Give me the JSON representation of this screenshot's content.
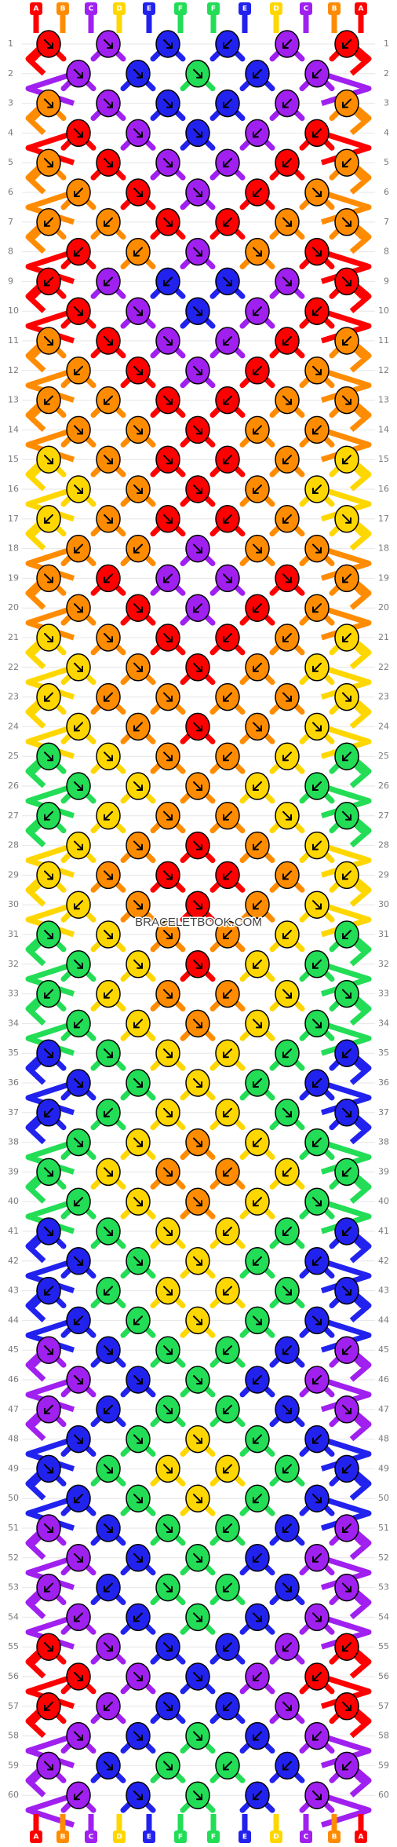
{
  "watermark": "BRACELETBOOK.COM",
  "rows": 60,
  "colors": {
    "A": "#ff0000",
    "B": "#ff8c00",
    "C": "#a020f0",
    "D": "#ffd700",
    "E": "#2222ee",
    "F": "#22dd55"
  },
  "strand_order_top": [
    "A",
    "B",
    "C",
    "D",
    "E",
    "F",
    "F",
    "E",
    "D",
    "C",
    "B",
    "A"
  ],
  "strand_order_bottom": [
    "A",
    "B",
    "C",
    "D",
    "E",
    "F",
    "F",
    "E",
    "D",
    "C",
    "B",
    "A"
  ],
  "row_labels_left": [
    "1",
    "2",
    "3",
    "4",
    "5",
    "6",
    "7",
    "8",
    "9",
    "10",
    "11",
    "12",
    "13",
    "14",
    "15",
    "16",
    "17",
    "18",
    "19",
    "20",
    "21",
    "22",
    "23",
    "24",
    "25",
    "26",
    "27",
    "28",
    "29",
    "30",
    "31",
    "32",
    "33",
    "34",
    "35",
    "36",
    "37",
    "38",
    "39",
    "40",
    "41",
    "42",
    "43",
    "44",
    "45",
    "46",
    "47",
    "48",
    "49",
    "50",
    "51",
    "52",
    "53",
    "54",
    "55",
    "56",
    "57",
    "58",
    "59",
    "60"
  ],
  "row_labels_right": [
    "1",
    "2",
    "3",
    "4",
    "5",
    "6",
    "7",
    "8",
    "9",
    "10",
    "11",
    "12",
    "13",
    "14",
    "15",
    "16",
    "17",
    "18",
    "19",
    "20",
    "21",
    "22",
    "23",
    "24",
    "25",
    "26",
    "27",
    "28",
    "29",
    "30",
    "31",
    "32",
    "33",
    "34",
    "35",
    "36",
    "37",
    "38",
    "39",
    "40",
    "41",
    "42",
    "43",
    "44",
    "45",
    "46",
    "47",
    "48",
    "49",
    "50",
    "51",
    "52",
    "53",
    "54",
    "55",
    "56",
    "57",
    "58",
    "59",
    "60"
  ],
  "knot_rows": [
    [
      "A",
      "C",
      "E",
      "E",
      "C",
      "A"
    ],
    [
      "C",
      "E",
      "F",
      "E",
      "C"
    ],
    [
      "B",
      "C",
      "E",
      "E",
      "C",
      "B"
    ],
    [
      "A",
      "C",
      "E",
      "C",
      "A"
    ],
    [
      "B",
      "A",
      "C",
      "C",
      "A",
      "B"
    ],
    [
      "B",
      "A",
      "C",
      "A",
      "B"
    ],
    [
      "B",
      "B",
      "A",
      "A",
      "B",
      "B"
    ],
    [
      "A",
      "B",
      "C",
      "B",
      "A"
    ],
    [
      "A",
      "C",
      "E",
      "E",
      "C",
      "A"
    ],
    [
      "A",
      "C",
      "E",
      "C",
      "A"
    ],
    [
      "B",
      "A",
      "C",
      "C",
      "A",
      "B"
    ],
    [
      "B",
      "A",
      "C",
      "A",
      "B"
    ],
    [
      "B",
      "B",
      "A",
      "A",
      "B",
      "B"
    ],
    [
      "B",
      "B",
      "A",
      "B",
      "B"
    ],
    [
      "D",
      "B",
      "A",
      "A",
      "B",
      "D"
    ],
    [
      "D",
      "B",
      "A",
      "B",
      "D"
    ],
    [
      "D",
      "B",
      "A",
      "A",
      "B",
      "D"
    ],
    [
      "B",
      "B",
      "C",
      "B",
      "B"
    ],
    [
      "B",
      "A",
      "C",
      "C",
      "A",
      "B"
    ],
    [
      "B",
      "A",
      "C",
      "A",
      "B"
    ],
    [
      "D",
      "B",
      "A",
      "A",
      "B",
      "D"
    ],
    [
      "D",
      "B",
      "A",
      "B",
      "D"
    ],
    [
      "D",
      "B",
      "B",
      "B",
      "B",
      "D"
    ],
    [
      "D",
      "B",
      "A",
      "B",
      "D"
    ],
    [
      "F",
      "D",
      "B",
      "B",
      "D",
      "F"
    ],
    [
      "F",
      "D",
      "B",
      "D",
      "F"
    ],
    [
      "F",
      "D",
      "B",
      "B",
      "D",
      "F"
    ],
    [
      "D",
      "B",
      "A",
      "B",
      "D"
    ],
    [
      "D",
      "B",
      "A",
      "A",
      "B",
      "D"
    ],
    [
      "D",
      "B",
      "A",
      "B",
      "D"
    ],
    [
      "F",
      "D",
      "B",
      "B",
      "D",
      "F"
    ],
    [
      "F",
      "D",
      "A",
      "D",
      "F"
    ],
    [
      "F",
      "D",
      "B",
      "B",
      "D",
      "F"
    ],
    [
      "F",
      "D",
      "B",
      "D",
      "F"
    ],
    [
      "E",
      "F",
      "D",
      "D",
      "F",
      "E"
    ],
    [
      "E",
      "F",
      "D",
      "F",
      "E"
    ],
    [
      "E",
      "F",
      "D",
      "D",
      "F",
      "E"
    ],
    [
      "F",
      "D",
      "B",
      "D",
      "F"
    ],
    [
      "F",
      "D",
      "B",
      "B",
      "D",
      "F"
    ],
    [
      "F",
      "D",
      "B",
      "D",
      "F"
    ],
    [
      "E",
      "F",
      "D",
      "D",
      "F",
      "E"
    ],
    [
      "E",
      "F",
      "D",
      "F",
      "E"
    ],
    [
      "E",
      "F",
      "D",
      "D",
      "F",
      "E"
    ],
    [
      "E",
      "F",
      "D",
      "F",
      "E"
    ],
    [
      "C",
      "E",
      "F",
      "F",
      "E",
      "C"
    ],
    [
      "C",
      "E",
      "F",
      "E",
      "C"
    ],
    [
      "C",
      "E",
      "F",
      "F",
      "E",
      "C"
    ],
    [
      "E",
      "F",
      "D",
      "F",
      "E"
    ],
    [
      "E",
      "F",
      "D",
      "D",
      "F",
      "E"
    ],
    [
      "E",
      "F",
      "D",
      "F",
      "E"
    ],
    [
      "C",
      "E",
      "F",
      "F",
      "E",
      "C"
    ],
    [
      "C",
      "E",
      "F",
      "E",
      "C"
    ],
    [
      "C",
      "E",
      "F",
      "F",
      "E",
      "C"
    ],
    [
      "C",
      "E",
      "F",
      "E",
      "C"
    ],
    [
      "A",
      "C",
      "E",
      "E",
      "C",
      "A"
    ],
    [
      "A",
      "C",
      "E",
      "C",
      "A"
    ],
    [
      "A",
      "C",
      "E",
      "E",
      "C",
      "A"
    ],
    [
      "C",
      "E",
      "F",
      "E",
      "C"
    ],
    [
      "C",
      "E",
      "F",
      "F",
      "E",
      "C"
    ],
    [
      "C",
      "E",
      "F",
      "E",
      "C"
    ]
  ],
  "arrow_rows": [
    [
      "dr",
      "dr",
      "dr",
      "dl",
      "dl",
      "dl"
    ],
    [
      "dr",
      "dr",
      "dr",
      "dl",
      "dl"
    ],
    [
      "dr",
      "dr",
      "dr",
      "dl",
      "dl",
      "dl"
    ],
    [
      "dr",
      "dr",
      "dr",
      "dl",
      "dl"
    ],
    [
      "dr",
      "dr",
      "dr",
      "dl",
      "dl",
      "dl"
    ],
    [
      "dl",
      "dr",
      "dr",
      "dl",
      "dr"
    ],
    [
      "dl",
      "dl",
      "dr",
      "dl",
      "dr",
      "dr"
    ],
    [
      "dl",
      "dl",
      "dr",
      "dr",
      "dr"
    ],
    [
      "dl",
      "dl",
      "dl",
      "dr",
      "dr",
      "dr"
    ],
    [
      "dr",
      "dr",
      "dr",
      "dl",
      "dl"
    ],
    [
      "dr",
      "dr",
      "dr",
      "dl",
      "dl",
      "dl"
    ],
    [
      "dl",
      "dr",
      "dr",
      "dl",
      "dr"
    ],
    [
      "dl",
      "dl",
      "dr",
      "dl",
      "dr",
      "dr"
    ],
    [
      "dr",
      "dr",
      "dr",
      "dl",
      "dl"
    ],
    [
      "dr",
      "dr",
      "dr",
      "dl",
      "dl",
      "dl"
    ],
    [
      "dr",
      "dr",
      "dr",
      "dl",
      "dl"
    ],
    [
      "dl",
      "dr",
      "dr",
      "dl",
      "dl",
      "dr"
    ],
    [
      "dl",
      "dl",
      "dr",
      "dr",
      "dr"
    ],
    [
      "dr",
      "dl",
      "dl",
      "dr",
      "dr",
      "dl"
    ],
    [
      "dr",
      "dr",
      "dl",
      "dl",
      "dl"
    ],
    [
      "dr",
      "dr",
      "dr",
      "dl",
      "dl",
      "dl"
    ],
    [
      "dr",
      "dr",
      "dr",
      "dl",
      "dl"
    ],
    [
      "dl",
      "dl",
      "dr",
      "dl",
      "dr",
      "dr"
    ],
    [
      "dl",
      "dl",
      "dr",
      "dr",
      "dr"
    ],
    [
      "dr",
      "dr",
      "dr",
      "dl",
      "dl",
      "dl"
    ],
    [
      "dr",
      "dr",
      "dr",
      "dl",
      "dl"
    ],
    [
      "dl",
      "dl",
      "dr",
      "dl",
      "dr",
      "dr"
    ],
    [
      "dr",
      "dr",
      "dr",
      "dl",
      "dl"
    ],
    [
      "dr",
      "dr",
      "dr",
      "dl",
      "dl",
      "dl"
    ],
    [
      "dl",
      "dr",
      "dr",
      "dl",
      "dr"
    ],
    [
      "dr",
      "dr",
      "dr",
      "dl",
      "dl",
      "dl"
    ],
    [
      "dr",
      "dr",
      "dr",
      "dl",
      "dl"
    ],
    [
      "dl",
      "dl",
      "dr",
      "dl",
      "dr",
      "dr"
    ],
    [
      "dl",
      "dl",
      "dr",
      "dr",
      "dr"
    ],
    [
      "dr",
      "dr",
      "dr",
      "dl",
      "dl",
      "dl"
    ],
    [
      "dr",
      "dr",
      "dr",
      "dl",
      "dl"
    ],
    [
      "dl",
      "dl",
      "dr",
      "dl",
      "dr",
      "dr"
    ],
    [
      "dr",
      "dr",
      "dr",
      "dl",
      "dl"
    ],
    [
      "dr",
      "dr",
      "dr",
      "dl",
      "dl",
      "dl"
    ],
    [
      "dl",
      "dr",
      "dr",
      "dl",
      "dr"
    ],
    [
      "dr",
      "dr",
      "dr",
      "dl",
      "dl",
      "dl"
    ],
    [
      "dr",
      "dr",
      "dr",
      "dl",
      "dl"
    ],
    [
      "dl",
      "dl",
      "dr",
      "dl",
      "dr",
      "dr"
    ],
    [
      "dl",
      "dl",
      "dr",
      "dr",
      "dr"
    ],
    [
      "dr",
      "dr",
      "dr",
      "dl",
      "dl",
      "dl"
    ],
    [
      "dr",
      "dr",
      "dr",
      "dl",
      "dl"
    ],
    [
      "dl",
      "dl",
      "dr",
      "dl",
      "dr",
      "dr"
    ],
    [
      "dr",
      "dr",
      "dr",
      "dl",
      "dl"
    ],
    [
      "dr",
      "dr",
      "dr",
      "dl",
      "dl",
      "dl"
    ],
    [
      "dl",
      "dr",
      "dr",
      "dl",
      "dr"
    ],
    [
      "dr",
      "dr",
      "dr",
      "dl",
      "dl",
      "dl"
    ],
    [
      "dr",
      "dr",
      "dr",
      "dl",
      "dl"
    ],
    [
      "dl",
      "dl",
      "dr",
      "dl",
      "dr",
      "dr"
    ],
    [
      "dl",
      "dl",
      "dr",
      "dr",
      "dr"
    ],
    [
      "dr",
      "dr",
      "dr",
      "dl",
      "dl",
      "dl"
    ],
    [
      "dr",
      "dr",
      "dr",
      "dl",
      "dl"
    ],
    [
      "dl",
      "dl",
      "dr",
      "dl",
      "dr",
      "dr"
    ],
    [
      "dr",
      "dr",
      "dr",
      "dl",
      "dl"
    ],
    [
      "dr",
      "dr",
      "dr",
      "dl",
      "dl",
      "dl"
    ],
    [
      "dl",
      "dr",
      "dr",
      "dl",
      "dr"
    ]
  ]
}
